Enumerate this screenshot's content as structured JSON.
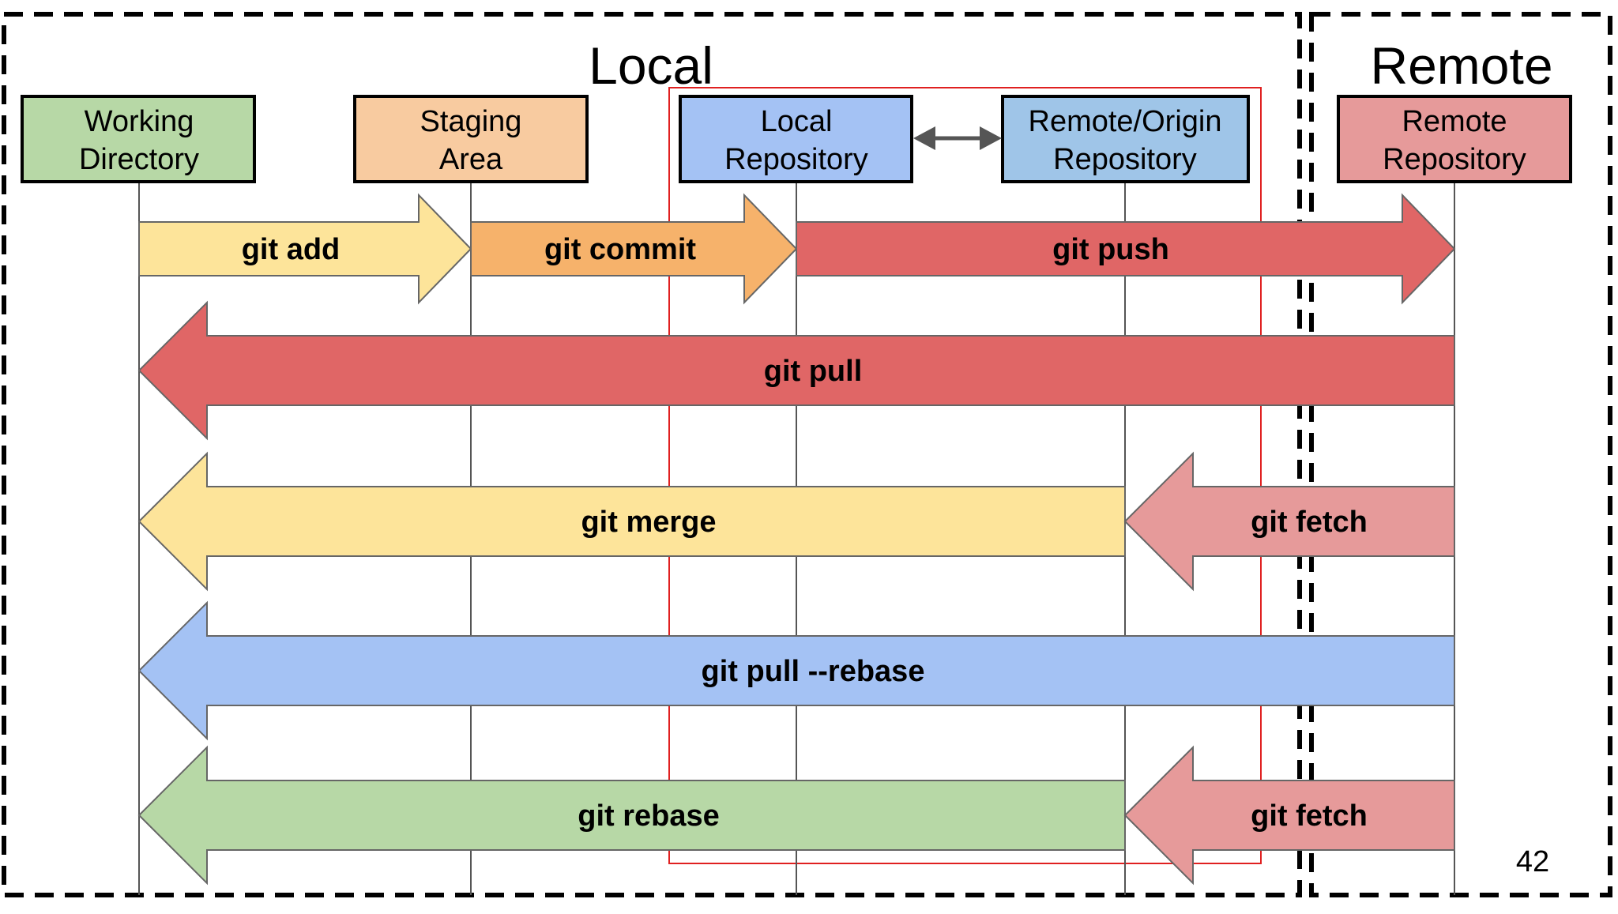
{
  "regions": {
    "local_title": "Local",
    "remote_title": "Remote"
  },
  "locations": [
    {
      "id": "working-directory",
      "lines": [
        "Working",
        "Directory"
      ],
      "fill": "#b7d8a6"
    },
    {
      "id": "staging-area",
      "lines": [
        "Staging",
        "Area"
      ],
      "fill": "#f8cba0"
    },
    {
      "id": "local-repository",
      "lines": [
        "Local",
        "Repository"
      ],
      "fill": "#a4c2f4"
    },
    {
      "id": "remote-origin-repository",
      "lines": [
        "Remote/Origin",
        "Repository"
      ],
      "fill": "#9fc5e8"
    },
    {
      "id": "remote-repository",
      "lines": [
        "Remote",
        "Repository"
      ],
      "fill": "#e69a9a"
    }
  ],
  "commands": [
    {
      "id": "git-add",
      "label": "git add",
      "direction": "right",
      "from": "working-directory",
      "to": "staging-area",
      "fill": "#fde49a"
    },
    {
      "id": "git-commit",
      "label": "git commit",
      "direction": "right",
      "from": "staging-area",
      "to": "local-repository",
      "fill": "#f6b26b"
    },
    {
      "id": "git-push",
      "label": "git push",
      "direction": "right",
      "from": "local-repository",
      "to": "remote-repository",
      "fill": "#e06666"
    },
    {
      "id": "git-pull",
      "label": "git pull",
      "direction": "left",
      "from": "remote-repository",
      "to": "working-directory",
      "fill": "#e06666"
    },
    {
      "id": "git-merge",
      "label": "git merge",
      "direction": "left",
      "from": "remote-origin-repository",
      "to": "working-directory",
      "fill": "#fde49a"
    },
    {
      "id": "git-fetch-1",
      "label": "git fetch",
      "direction": "left",
      "from": "remote-repository",
      "to": "remote-origin-repository",
      "fill": "#e69a9a"
    },
    {
      "id": "git-pull-rebase",
      "label": "git pull --rebase",
      "direction": "left",
      "from": "remote-repository",
      "to": "working-directory",
      "fill": "#a4c2f4"
    },
    {
      "id": "git-rebase",
      "label": "git rebase",
      "direction": "left",
      "from": "remote-origin-repository",
      "to": "working-directory",
      "fill": "#b7d8a6"
    },
    {
      "id": "git-fetch-2",
      "label": "git fetch",
      "direction": "left",
      "from": "remote-repository",
      "to": "remote-origin-repository",
      "fill": "#e69a9a"
    }
  ],
  "page_number": "42",
  "colors": {
    "dashed_border": "#000000",
    "red_outline": "#e02020",
    "lifeline": "#555555",
    "arrow_outline": "#666666",
    "sync_arrow": "#555555"
  }
}
